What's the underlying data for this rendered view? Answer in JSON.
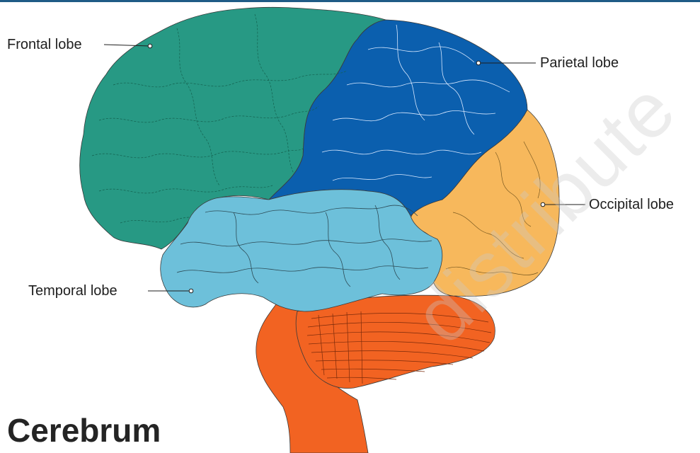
{
  "colors": {
    "frontal": "#279984",
    "parietal": "#0b5fae",
    "occipital": "#f7b85c",
    "temporal": "#6dc0da",
    "cerebellum": "#f26322",
    "top_rule": "#1f5b86"
  },
  "labels": {
    "frontal": "Frontal lobe",
    "parietal": "Parietal lobe",
    "occipital": "Occipital lobe",
    "temporal": "Temporal lobe"
  },
  "title": "Cerebrum",
  "watermark": "distribute"
}
